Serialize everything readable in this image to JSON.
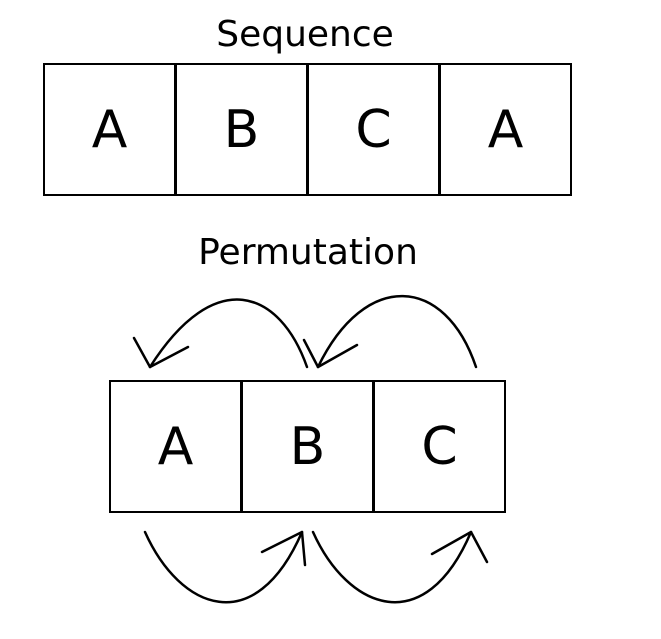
{
  "sequence": {
    "title": "Sequence",
    "cells": [
      "A",
      "B",
      "C",
      "A"
    ]
  },
  "permutation": {
    "title": "Permutation",
    "cells": [
      "A",
      "B",
      "C"
    ]
  }
}
